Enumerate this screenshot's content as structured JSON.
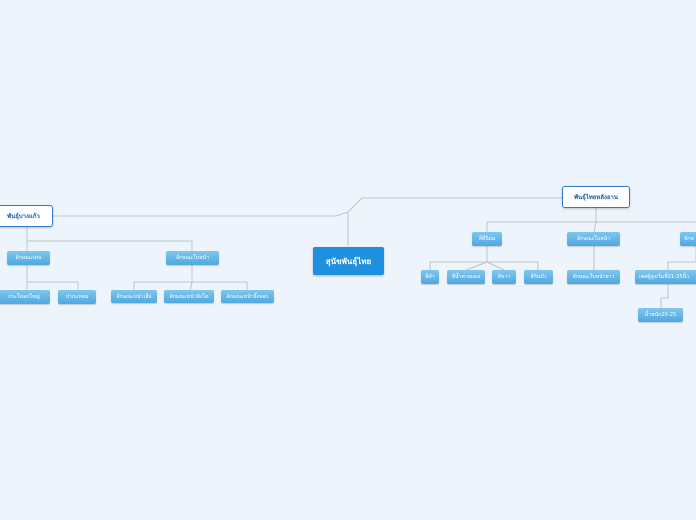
{
  "root": {
    "label": "สุนัขพันธุ์ไทย"
  },
  "left": {
    "title": "พันธุ์บางแก้ว",
    "groups": [
      {
        "label": "ลักษณะเด่น",
        "items": [
          "กระโหลกใหญ่",
          "ปากแหลม"
        ]
      },
      {
        "label": "ลักษณะใบหน้า",
        "items": [
          "ลักษณะหน้าเสือ",
          "ลักษณะหน้าสิงโต",
          "ลักษณะหน้าจิ้งจอก"
        ]
      }
    ]
  },
  "right": {
    "title": "พันธุ์ไทยหลังอาน",
    "groups": [
      {
        "label": "สีที่นิยม",
        "items": [
          "สีดำ",
          "สีน้ำตาลแดง",
          "สีขาว",
          "สีกันบัว"
        ]
      },
      {
        "label": "ลักษณะใบหน้า",
        "items": [
          "ลักษณะใบหน้ายาว"
        ]
      },
      {
        "label": "ลักษ",
        "items": [
          "เพศผู้สูงเริ่มที่21-25นิ้ว",
          "น้ำหนัก20-25"
        ]
      }
    ]
  }
}
